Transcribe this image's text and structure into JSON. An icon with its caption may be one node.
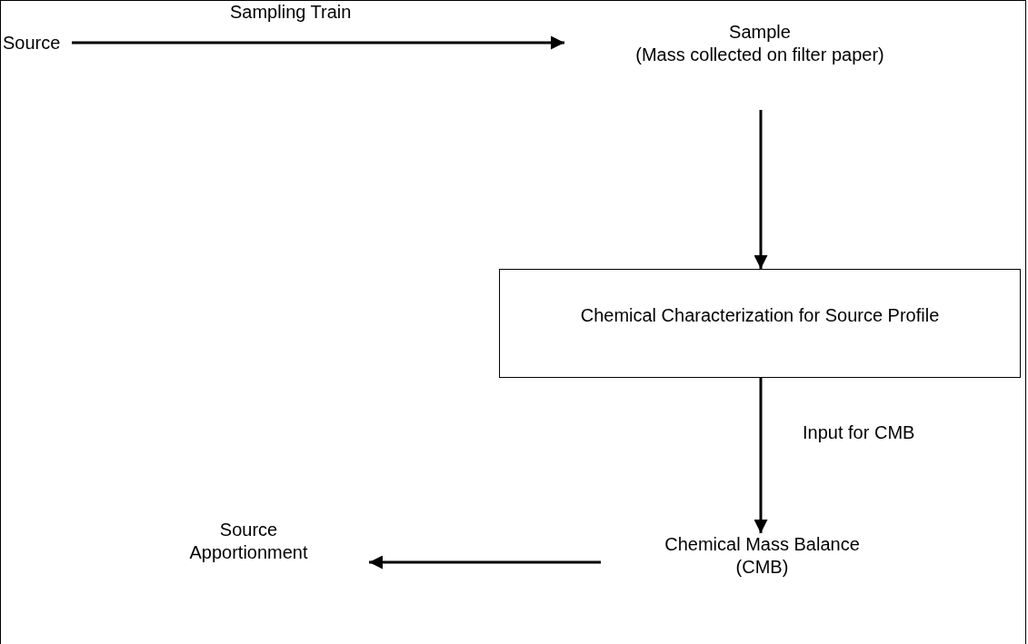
{
  "diagram": {
    "nodes": [
      {
        "text": [
          "Source"
        ]
      },
      {
        "text": [
          "Sample",
          "(Mass collected on filter paper)"
        ]
      },
      {
        "text": [
          "Chemical Characterization for Source Profile"
        ]
      },
      {
        "text": [
          "Chemical Mass Balance (CMB)"
        ]
      },
      {
        "text": [
          "Source Apportionment"
        ]
      }
    ],
    "edges": [
      {
        "from": 0,
        "to": 1,
        "arrow": "to",
        "label": "Sampling Train"
      },
      {
        "from": 1,
        "to": 2,
        "arrow": "to"
      },
      {
        "from": 2,
        "to": 3,
        "arrow": "to",
        "label": "Input for CMB"
      },
      {
        "from": 3,
        "to": 4,
        "arrow": "to"
      }
    ]
  }
}
